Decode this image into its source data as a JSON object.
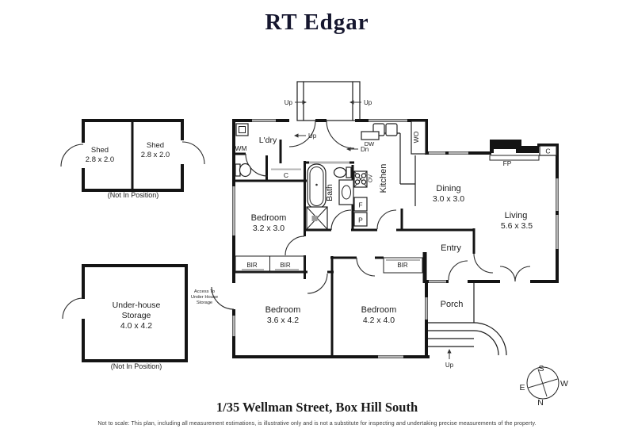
{
  "header": {
    "brand": "RT Edgar"
  },
  "outbuildings": {
    "shed1": {
      "name": "Shed",
      "dims": "2.8 x 2.0"
    },
    "shed2": {
      "name": "Shed",
      "dims": "2.8 x 2.0"
    },
    "sheds_note": "(Not In Position)",
    "storage": {
      "name_line1": "Under-house",
      "name_line2": "Storage",
      "dims": "4.0 x 4.2"
    },
    "storage_note": "(Not In Position)",
    "access_note": {
      "line1": "Access To",
      "line2": "Under House",
      "line3": "Storage"
    }
  },
  "rooms": {
    "ldry": {
      "name": "L'dry"
    },
    "bath": {
      "name": "Bath"
    },
    "kitchen": {
      "name": "Kitchen"
    },
    "dining": {
      "name": "Dining",
      "dims": "3.0 x 3.0"
    },
    "living": {
      "name": "Living",
      "dims": "5.6 x 3.5"
    },
    "entry": {
      "name": "Entry"
    },
    "porch": {
      "name": "Porch"
    },
    "bedroom1": {
      "name": "Bedroom",
      "dims": "3.2 x 3.0"
    },
    "bedroom2": {
      "name": "Bedroom",
      "dims": "3.6 x 4.2"
    },
    "bedroom3": {
      "name": "Bedroom",
      "dims": "4.2 x 4.0"
    }
  },
  "fixtures": {
    "wm": "WM",
    "dw": "DW",
    "wo": "WO",
    "ov": "OV",
    "fridge": "F",
    "pantry": "P",
    "closet_hall": "C",
    "closet_living": "C",
    "fireplace": "FP",
    "bir1": "BIR",
    "bir2": "BIR",
    "bir3": "BIR"
  },
  "stairs": {
    "deck_up_left": "Up",
    "deck_up_right": "Up",
    "door_up": "Up",
    "door_dn": "Dn",
    "porch_up": "Up"
  },
  "compass": {
    "n": "N",
    "s": "S",
    "e": "E",
    "w": "W"
  },
  "footer": {
    "address": "1/35 Wellman Street, Box Hill South",
    "disclaimer": "Not to scale: This plan, including all measurement estimations, is illustrative only and is not a substitute for inspecting and undertaking precise measurements of the property."
  }
}
